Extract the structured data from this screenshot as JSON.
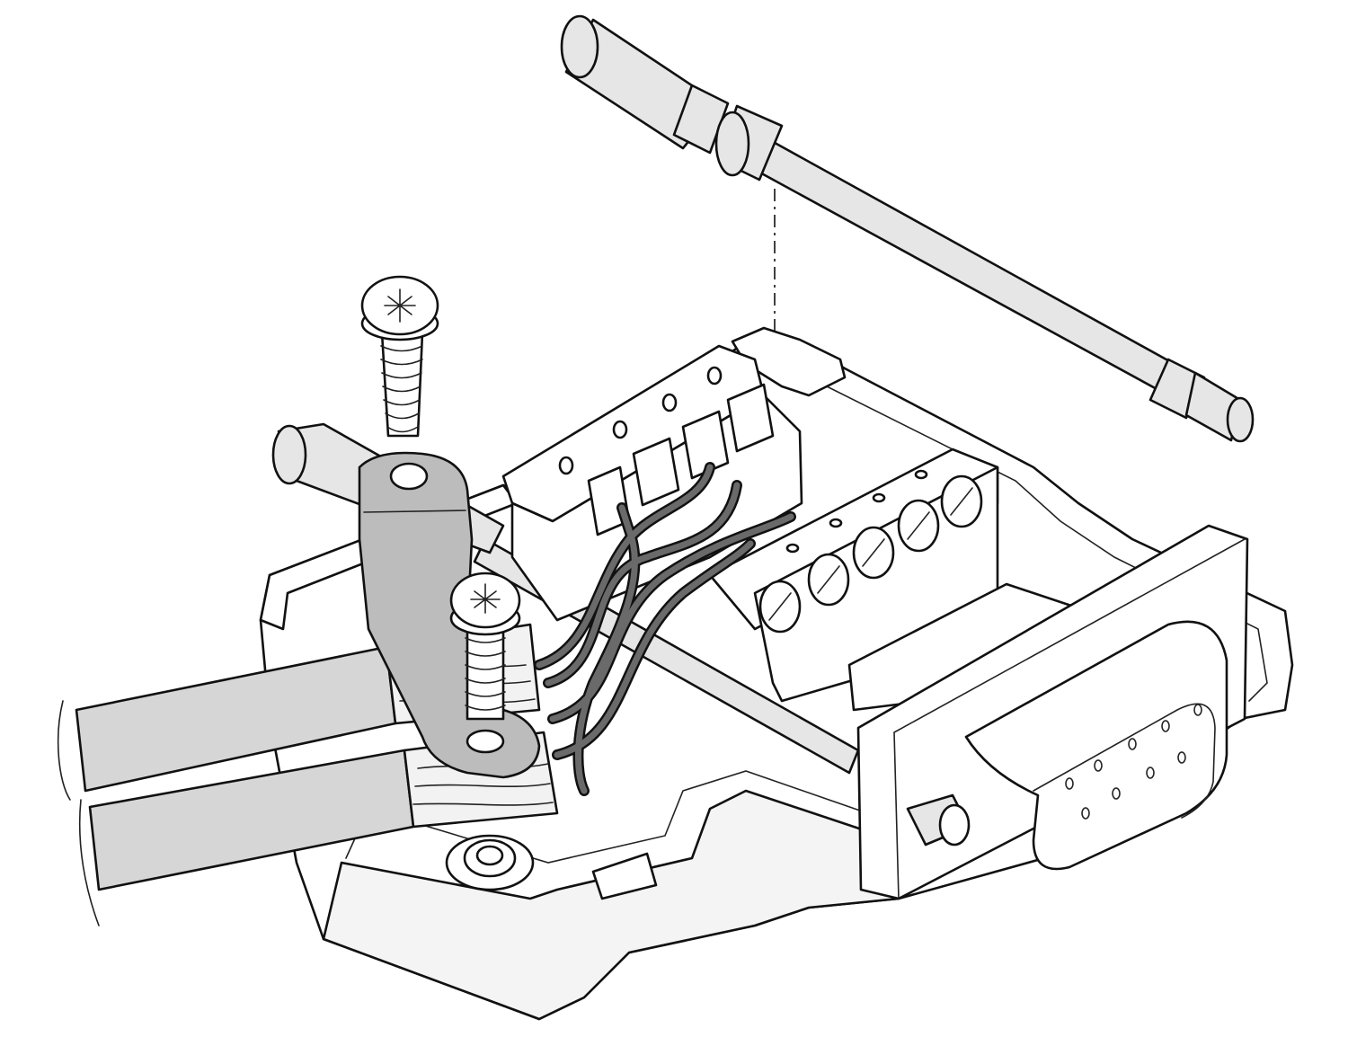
{
  "figure": {
    "kind": "exploded assembly illustration",
    "style": "black line art with light grey shading",
    "colors": {
      "outline": "#111111",
      "housing_fill": "#ffffff",
      "shade_light": "#e6e6e6",
      "shade_mid": "#d0d0d0",
      "shade_dark": "#b0b0b0",
      "wire": "#5c5c5c",
      "cut_face": "#f2f2f2"
    }
  },
  "parts": {
    "housing": {
      "icon": "connector-housing-icon"
    },
    "terminal_block_rear": {
      "icon": "terminal-block-icon",
      "slots": 4
    },
    "terminal_block_front": {
      "icon": "terminal-block-icon",
      "screws": 5
    },
    "sub_d_connector": {
      "icon": "db9-connector-icon",
      "pins": 9
    },
    "guide_rod": {
      "icon": "guide-rod-icon"
    },
    "strain_relief_clamp": {
      "icon": "cable-clamp-icon"
    },
    "screws": {
      "icon": "pozidriv-screw-icon",
      "count": 2
    },
    "cables": {
      "icon": "flat-cable-icon",
      "count": 2
    },
    "wires": {
      "icon": "wire-bundle-icon"
    },
    "dashdot_guide": {
      "icon": "assembly-line-icon"
    }
  }
}
